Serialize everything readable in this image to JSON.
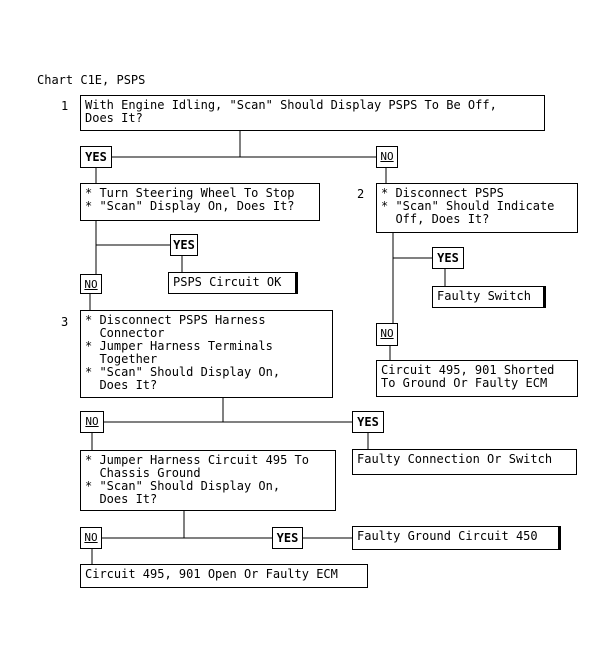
{
  "title": "Chart C1E, PSPS",
  "steps": {
    "s1": {
      "number": "1",
      "text": "With Engine Idling, \"Scan\" Should Display PSPS To Be Off,\nDoes It?"
    },
    "s2": {
      "number": "2",
      "text": "* Disconnect PSPS\n* \"Scan\" Should Indicate\n  Off, Does It?"
    },
    "s3": {
      "number": "3",
      "text": "* Disconnect PSPS Harness\n  Connector\n* Jumper Harness Terminals\n  Together\n* \"Scan\" Should Display On,\n  Does It?"
    },
    "steer": {
      "text": "* Turn Steering Wheel To Stop\n* \"Scan\" Display On, Does It?"
    },
    "jump495": {
      "text": "* Jumper Harness Circuit 495 To\n  Chassis Ground\n* \"Scan\" Should Display On,\n  Does It?"
    }
  },
  "results": {
    "psps_ok": "PSPS Circuit OK",
    "faulty_switch": "Faulty Switch",
    "shorted": "Circuit 495, 901 Shorted\nTo Ground Or Faulty ECM",
    "faulty_conn": "Faulty Connection Or Switch",
    "faulty_ground": "Faulty Ground Circuit 450",
    "open_ecm": "Circuit 495, 901 Open Or Faulty ECM"
  },
  "labels": {
    "yes": "YES",
    "no": "NO"
  }
}
